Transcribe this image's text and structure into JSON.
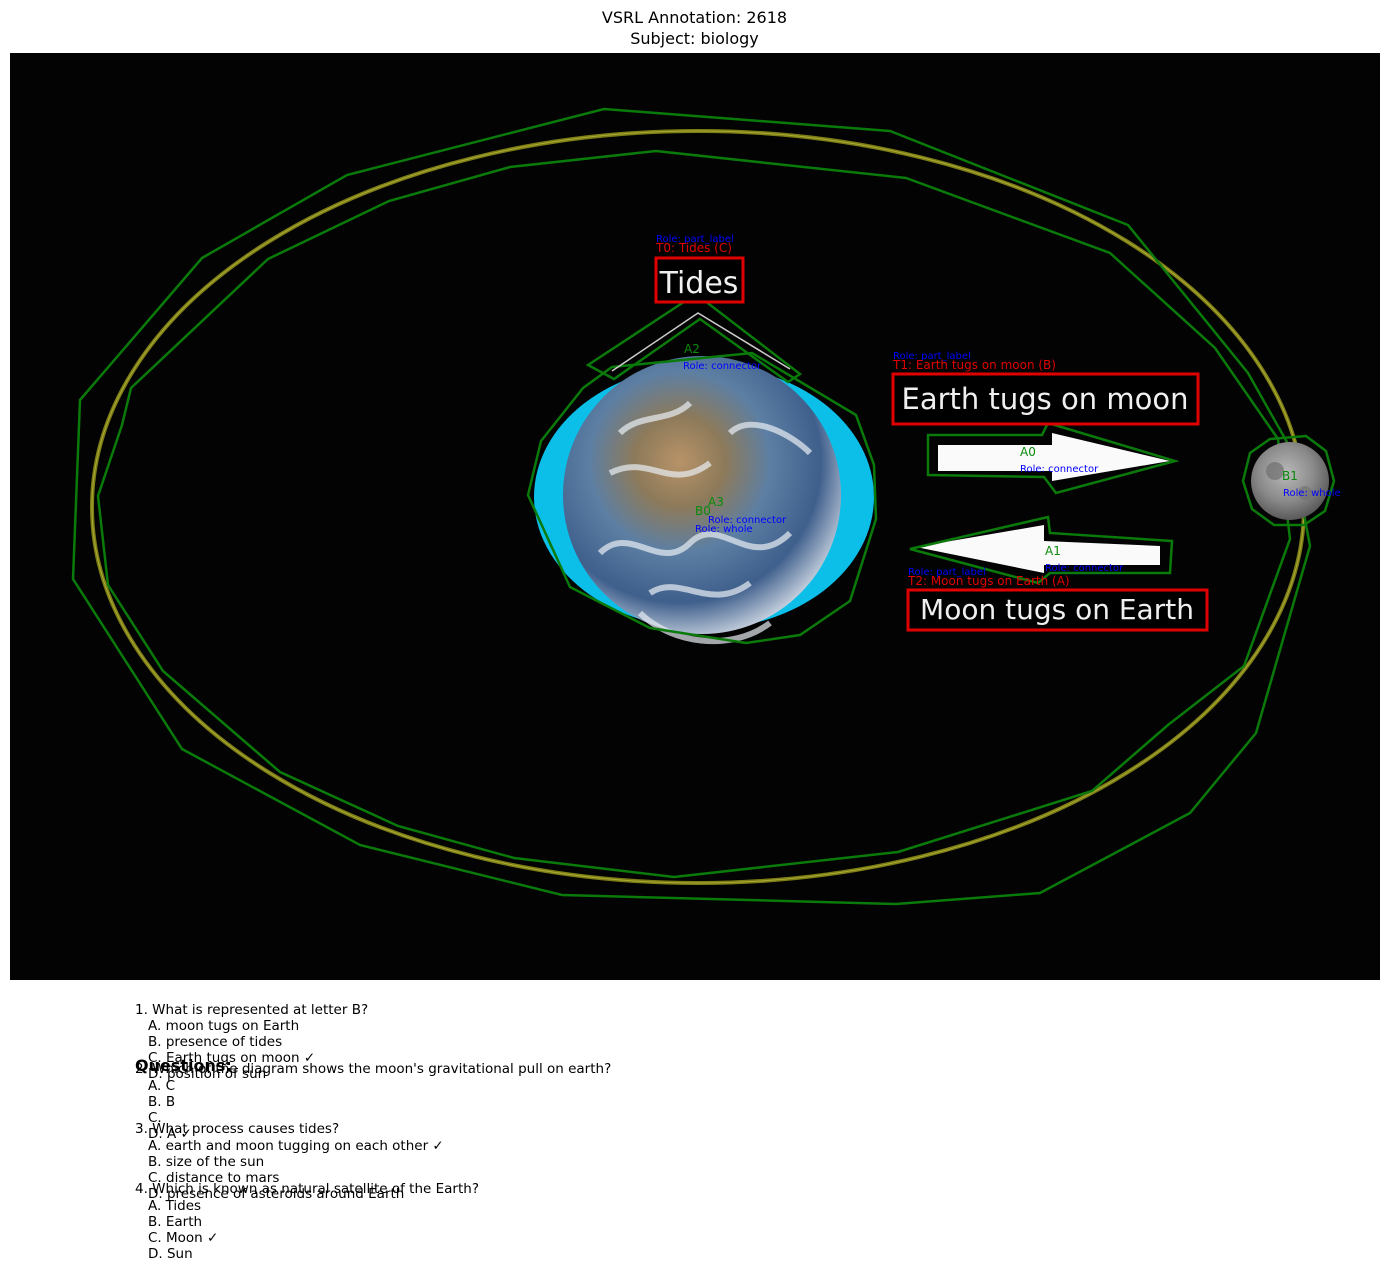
{
  "header": {
    "title": "VSRL Annotation: 2618",
    "subject": "Subject: biology"
  },
  "diagram": {
    "text_boxes": [
      {
        "id": "T0",
        "text": "Tides",
        "caption": "T0: Tides (C)",
        "role": "Role: part_label"
      },
      {
        "id": "T1",
        "text": "Earth tugs on moon",
        "caption": "T1: Earth tugs on moon (B)",
        "role": "Role: part_label"
      },
      {
        "id": "T2",
        "text": "Moon tugs on Earth",
        "caption": "T2: Moon tugs on Earth (A)",
        "role": "Role: part_label"
      }
    ],
    "blobs": [
      {
        "id": "A0",
        "role": "Role: connector"
      },
      {
        "id": "A1",
        "role": "Role: connector"
      },
      {
        "id": "A2",
        "role": "Role: connector"
      },
      {
        "id": "A3",
        "role": "Role: connector"
      },
      {
        "id": "B0",
        "role": "Role: whole"
      },
      {
        "id": "B1",
        "role": "Role: whole"
      }
    ],
    "colors": {
      "background": "#030303",
      "text_box_border": "#e00000",
      "blob_outline": "#0a7a0a",
      "role_text": "#0000ff",
      "orbit": "#8a8a1a",
      "earth_halo": "#0bbfe9"
    }
  },
  "questions": {
    "header": "Questions:",
    "items": [
      {
        "q": "1. What is represented at letter B?",
        "options": [
          "A. moon tugs on Earth",
          "B. presence of tides",
          "C. Earth tugs on moon ✓",
          "D. position of sun"
        ]
      },
      {
        "q": "2. Which of the diagram shows the moon's gravitational pull on earth?",
        "options": [
          "A. C",
          "B. B",
          "C.",
          "D. A ✓"
        ]
      },
      {
        "q": "3. What process causes tides?",
        "options": [
          "A. earth and moon tugging on each other ✓",
          "B. size of the sun",
          "C. distance to mars",
          "D. presence of asteroids around Earth"
        ]
      },
      {
        "q": "4. Which is known as natural satellite of the Earth?",
        "options": [
          "A. Tides",
          "B. Earth",
          "C. Moon ✓",
          "D. Sun"
        ]
      }
    ]
  }
}
